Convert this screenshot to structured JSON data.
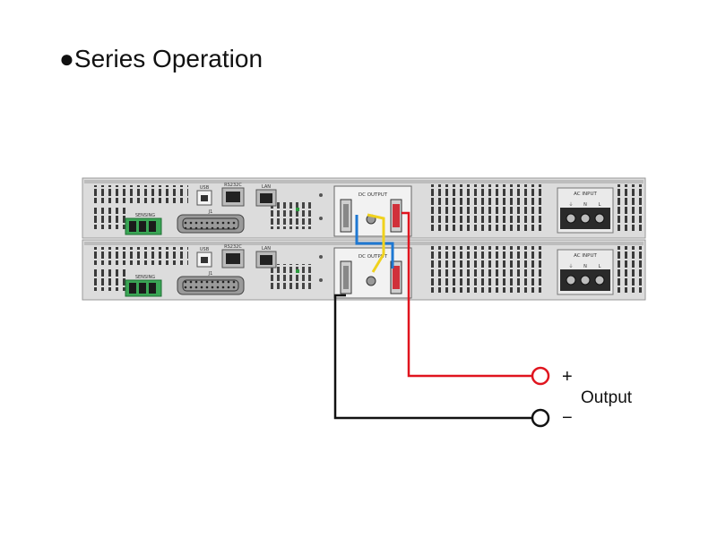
{
  "title": "●Series Operation",
  "output": {
    "plus": "+",
    "minus": "−",
    "label": "Output"
  },
  "unit_labels": {
    "usb": "USB",
    "rs232c": "RS232C",
    "lan": "LAN",
    "sensing": "SENSING",
    "j1": "J1",
    "dc_output": "DC OUTPUT",
    "ac_input": "AC INPUT",
    "ac_terminals": [
      "⏚",
      "N",
      "L"
    ]
  },
  "colors": {
    "positive_wire": "#e0141e",
    "negative_wire": "#111111",
    "link_wire_blue": "#1e78d2",
    "link_wire_yellow": "#f0d21e",
    "chassis": "#d9d9d9",
    "sensing_green": "#3aa655"
  }
}
